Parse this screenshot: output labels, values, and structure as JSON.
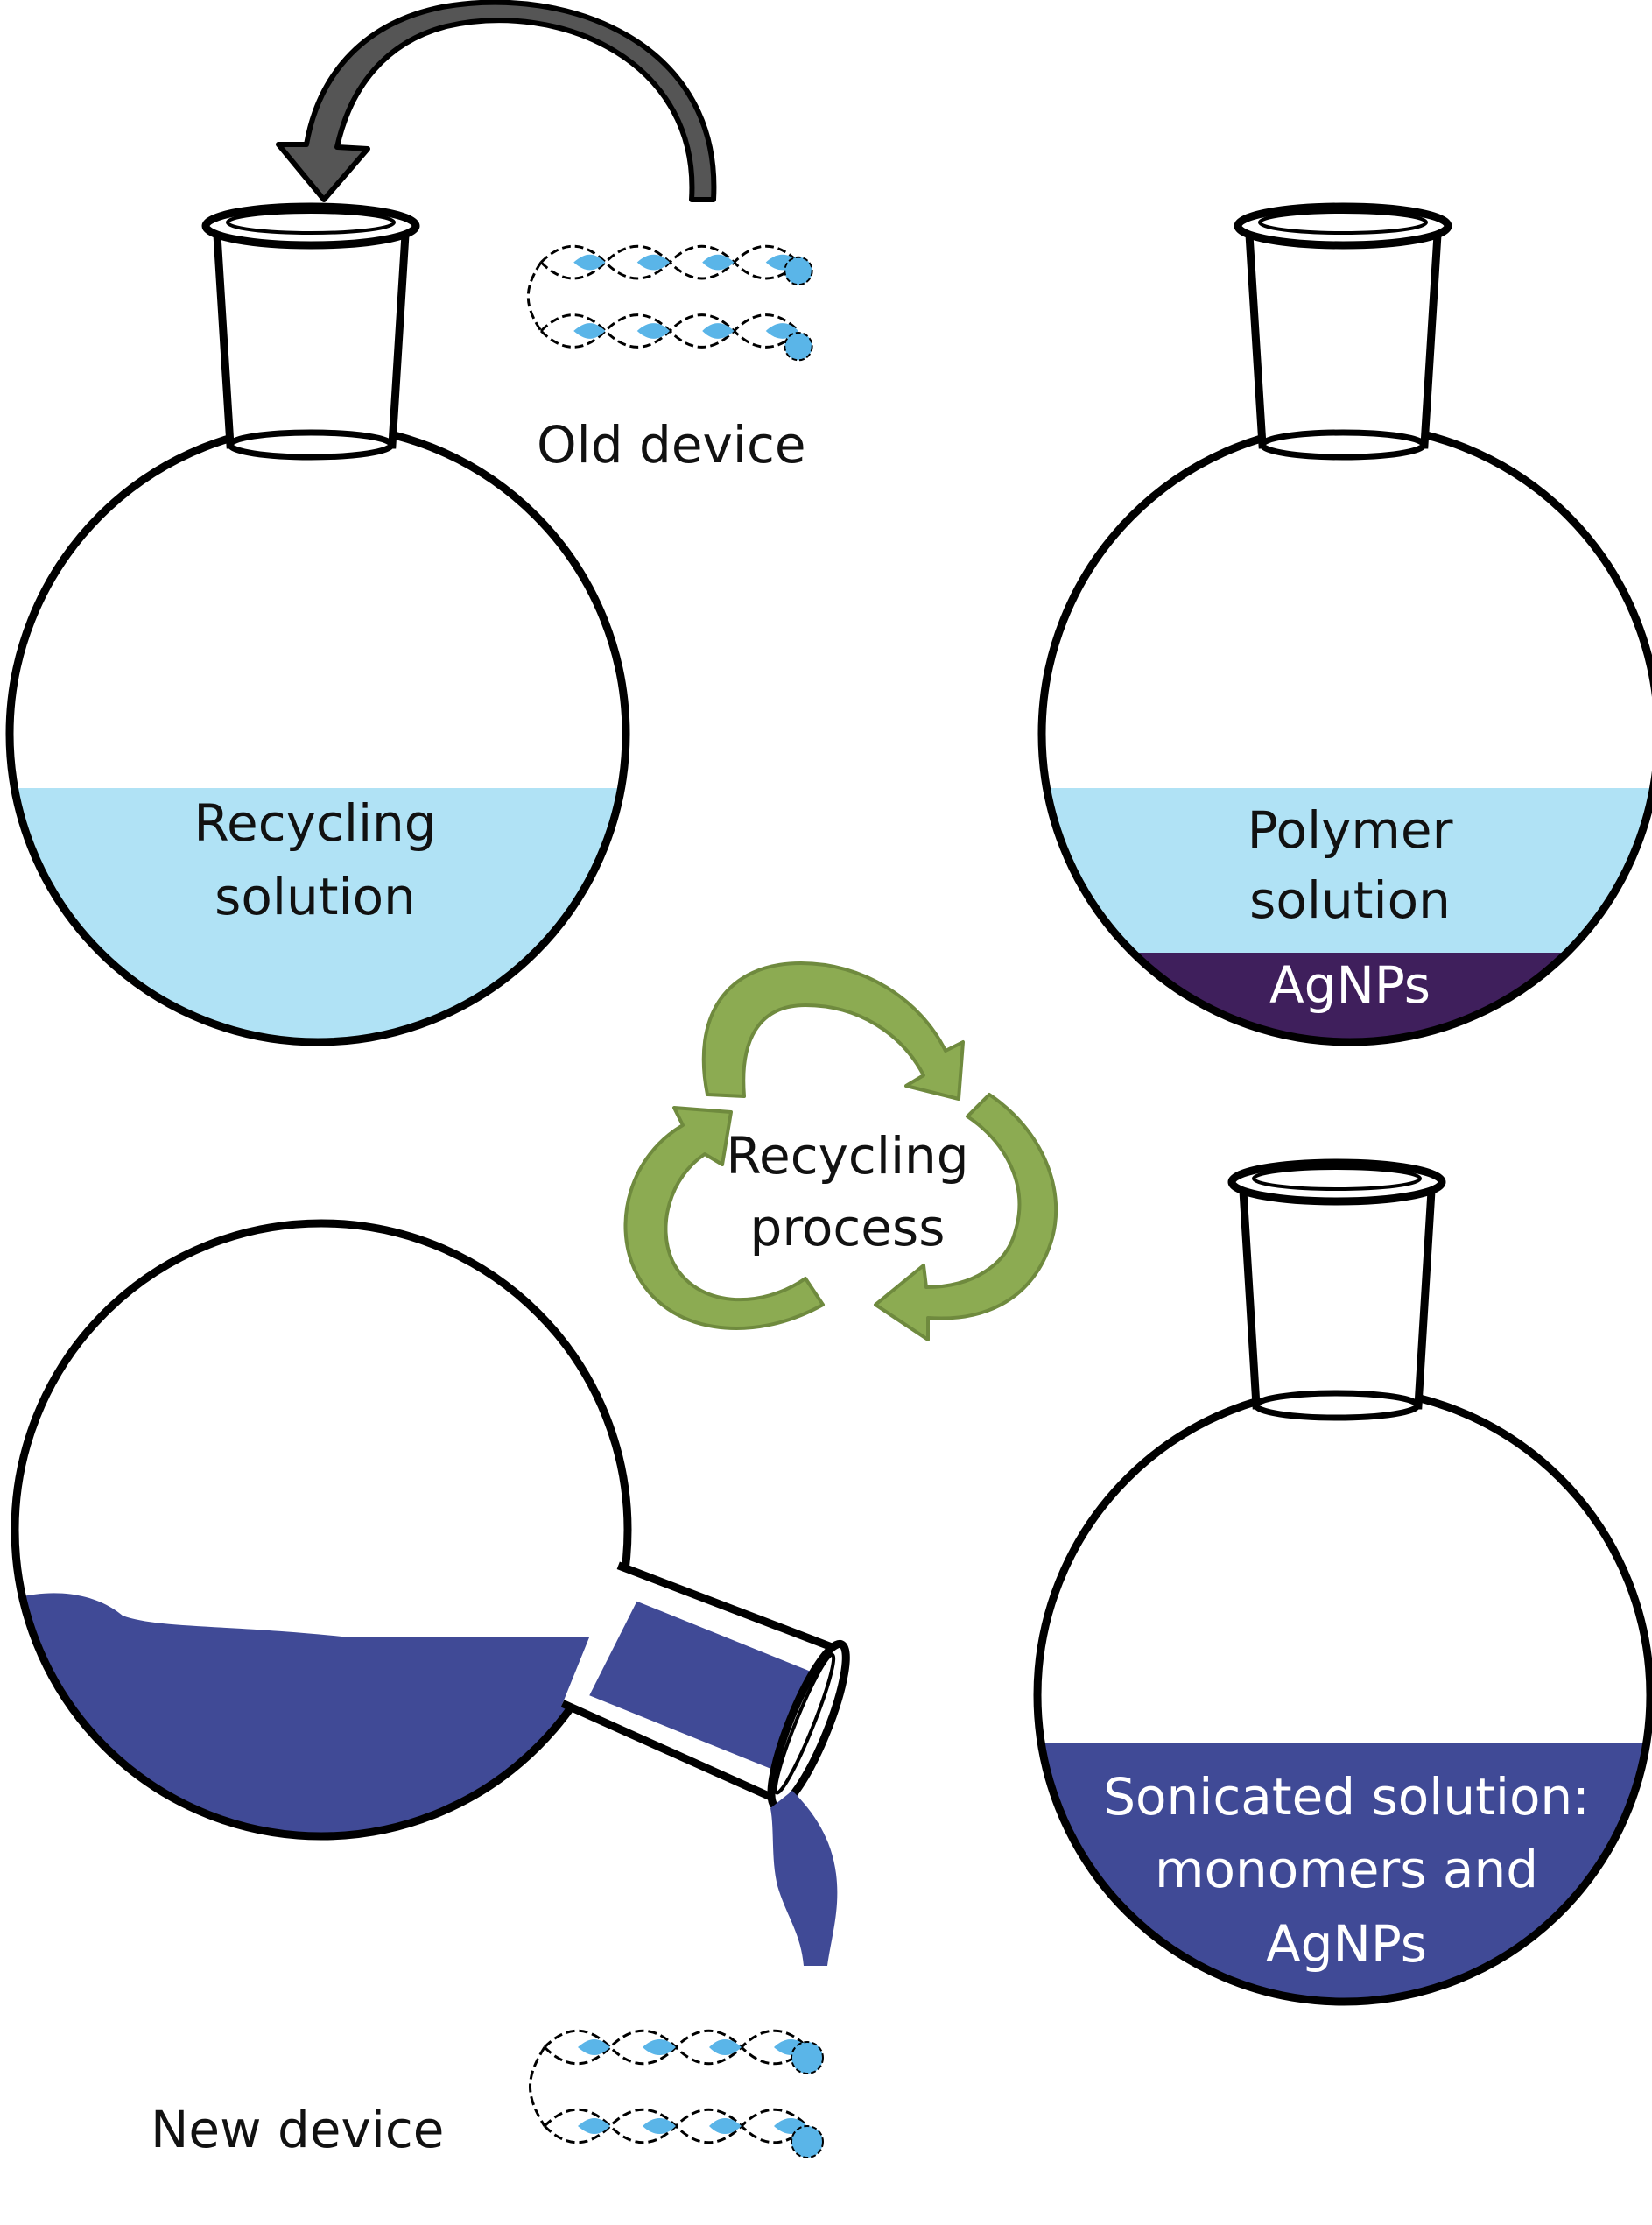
{
  "labels": {
    "old_device": "Old device",
    "recycling_solution": [
      "Recycling",
      "solution"
    ],
    "polymer_solution": [
      "Polymer",
      "solution"
    ],
    "agnps": "AgNPs",
    "recycling_process": [
      "Recycling",
      "process"
    ],
    "sonicated_solution": [
      "Sonicated solution:",
      "monomers and",
      "AgNPs"
    ],
    "new_device": "New device"
  },
  "colors": {
    "light_blue": "#b0e2f5",
    "dark_blue": "#404a96",
    "dark_purple": "#3f1f5c",
    "green": "#8cab52",
    "green_light": "#a5c466",
    "device_blue": "#5ab5e8",
    "arrow_gray": "#555555",
    "outline": "#000000"
  }
}
